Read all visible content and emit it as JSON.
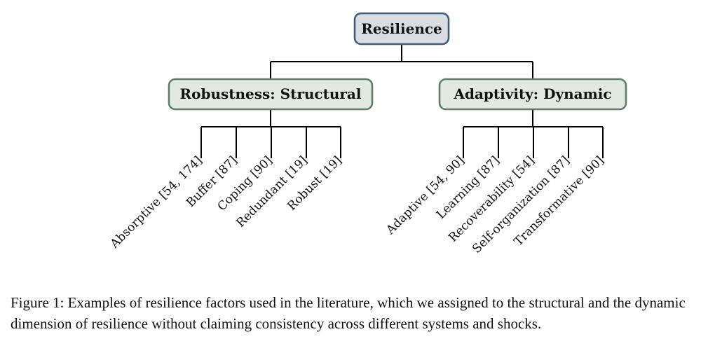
{
  "diagram": {
    "root": {
      "label": "Resilience",
      "fill": "#d9dde3",
      "stroke": "#3f5e7a"
    },
    "branches": [
      {
        "label": "Robustness: Structural",
        "fill": "#e1e9e1",
        "stroke": "#5e7d6a",
        "leaves": [
          "Absorptive [54, 174]",
          "Buffer [87]",
          "Coping [90]",
          "Redundant [19]",
          "Robust [19]"
        ]
      },
      {
        "label": "Adaptivity: Dynamic",
        "fill": "#e1e9e1",
        "stroke": "#5e7d6a",
        "leaves": [
          "Adaptive [54, 90]",
          "Learning [87]",
          "Recoverability [54]",
          "Self-organization [87]",
          "Transformative [90]"
        ]
      }
    ]
  },
  "caption": {
    "text": "Figure 1: Examples of resilience factors used in the literature, which we assigned to the structural and the dynamic dimension of resilience without claiming consistency across different systems and shocks."
  }
}
